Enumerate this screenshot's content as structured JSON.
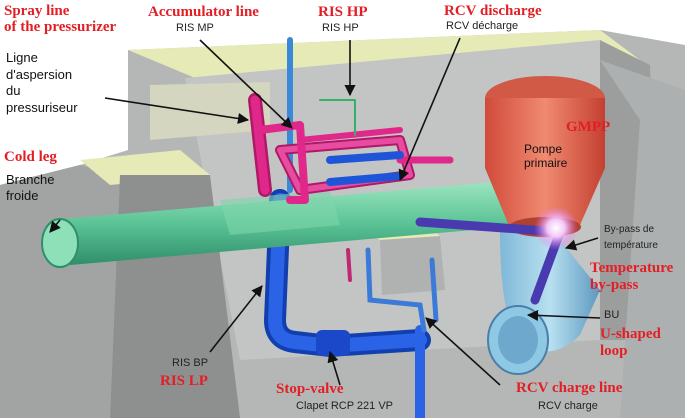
{
  "colors": {
    "wall": "#a9abab",
    "wall_top": "#e8ecb4",
    "pipe_green": "#6fcfa3",
    "pipe_blue": "#1e55d8",
    "pipe_magenta": "#e0288a",
    "pump": "#e8705a",
    "label_red": "#e31e24"
  },
  "labels": {
    "spray_line_en": "Spray line\nof the pressurizer",
    "spray_line_fr": "Ligne\nd'aspersion\ndu\npressuriseur",
    "accumulator_en": "Accumulator line",
    "ris_mp": "RIS MP",
    "ris_hp_en": "RIS HP",
    "ris_hp_fr": "RIS HP",
    "rcv_discharge_en": "RCV discharge",
    "rcv_discharge_fr": "RCV décharge",
    "gmpp": "GMPP",
    "pompe_primaire": "Pompe\nprimaire",
    "cold_leg_en": "Cold leg",
    "cold_leg_fr": "Branche\nfroide",
    "bypass_fr": "By-pass de\ntempérature",
    "bypass_en": "Temperature\nby-pass",
    "bu": "BU",
    "u_loop_en": "U-shaped\nloop",
    "ris_bp": "RIS BP",
    "ris_lp_en": "RIS LP",
    "stop_valve_en": "Stop-valve",
    "clapet": "Clapet RCP 221 VP",
    "rcv_charge_en": "RCV charge line",
    "rcv_charge_fr": "RCV charge"
  }
}
